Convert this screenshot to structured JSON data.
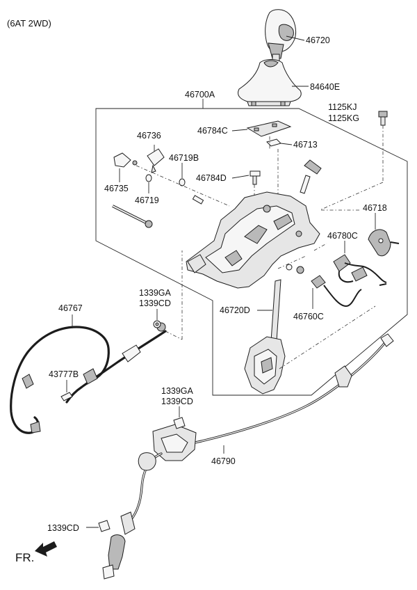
{
  "title": "(6AT 2WD)",
  "direction_label": "FR.",
  "callouts": {
    "c46720": "46720",
    "c84640E": "84640E",
    "c46700A": "46700A",
    "c1125KJ": "1125KJ",
    "c1125KG": "1125KG",
    "c46784C": "46784C",
    "c46736": "46736",
    "c46713": "46713",
    "c46719B": "46719B",
    "c46784D": "46784D",
    "c46735": "46735",
    "c46719": "46719",
    "c46718": "46718",
    "c46780C": "46780C",
    "c46720D": "46720D",
    "c46760C": "46760C",
    "c46767": "46767",
    "c1339GA_a": "1339GA",
    "c1339CD_a": "1339CD",
    "c43777B": "43777B",
    "c1339GA_b": "1339GA",
    "c1339CD_b": "1339CD",
    "c46790": "46790",
    "c1339CD_c": "1339CD"
  }
}
